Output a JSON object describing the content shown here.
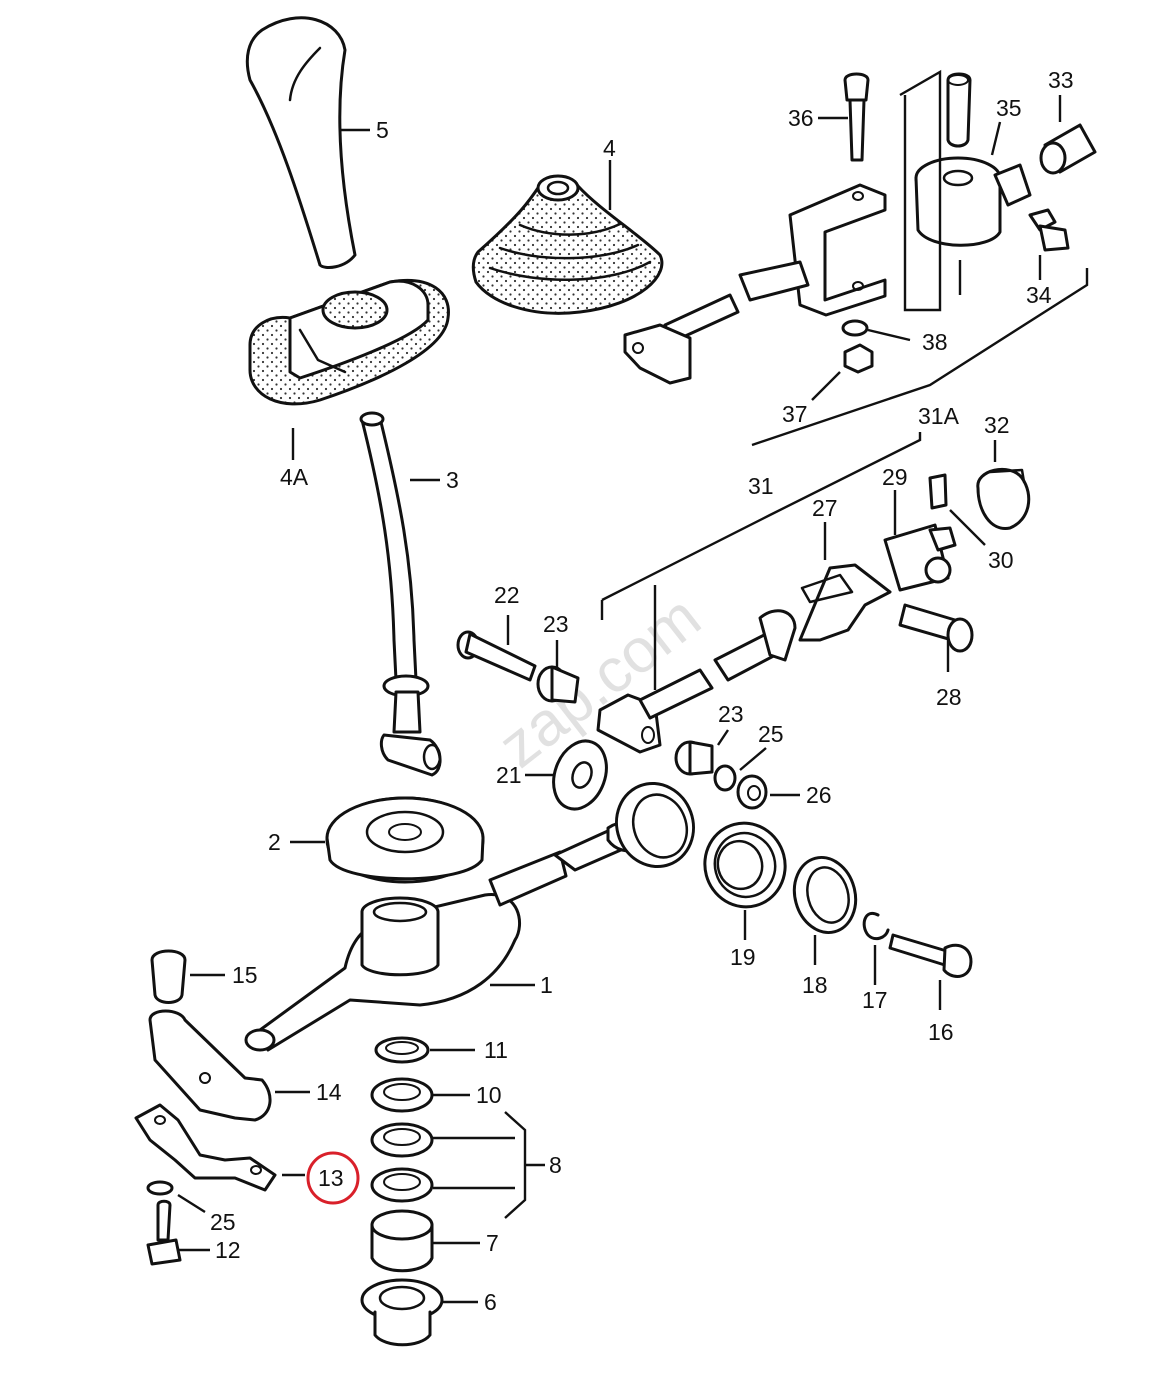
{
  "callouts": {
    "n1": "1",
    "n2": "2",
    "n3": "3",
    "n4": "4",
    "n4a": "4A",
    "n5": "5",
    "n6": "6",
    "n7": "7",
    "n8": "8",
    "n10": "10",
    "n11": "11",
    "n12": "12",
    "n13": "13",
    "n14": "14",
    "n15": "15",
    "n16": "16",
    "n17": "17",
    "n18": "18",
    "n19": "19",
    "n21": "21",
    "n22": "22",
    "n23a": "23",
    "n23b": "23",
    "n25a": "25",
    "n25b": "25",
    "n26": "26",
    "n27": "27",
    "n28": "28",
    "n29": "29",
    "n30": "30",
    "n31": "31",
    "n31a": "31A",
    "n32": "32",
    "n33": "33",
    "n34": "34",
    "n35": "35",
    "n36": "36",
    "n37": "37",
    "n38": "38"
  },
  "watermark": "zap.com",
  "highlight": {
    "target": "13",
    "color": "#d9202a"
  }
}
